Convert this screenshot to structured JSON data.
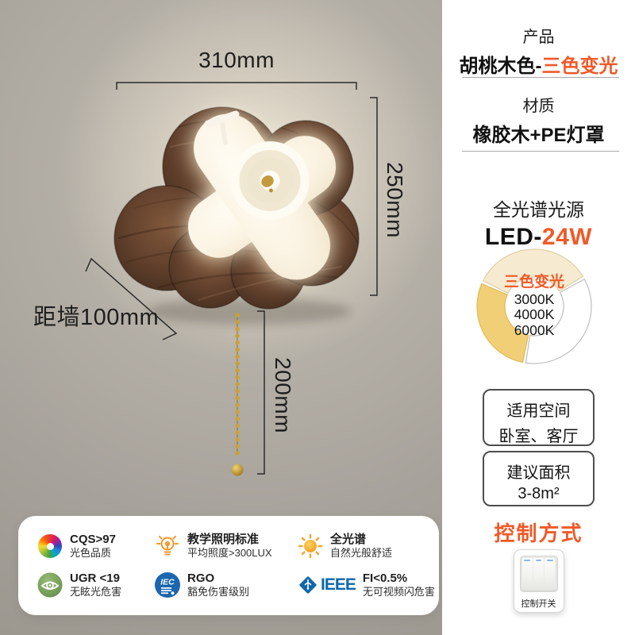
{
  "page": {
    "accent": "#f05a28",
    "wall_color": "#a8a39c",
    "wood_color": "#5c3d2a"
  },
  "dimensions": {
    "width_label": "310mm",
    "height_label": "250mm",
    "chain_label": "200mm",
    "wall_label": "距墙100mm"
  },
  "panel": {
    "product": {
      "title": "产品",
      "value_prefix": "胡桃木色-",
      "value_highlight": "三色变光"
    },
    "material": {
      "title": "材质",
      "value": "橡胶木+PE灯罩"
    },
    "light": {
      "label": "全光谱光源",
      "led_prefix": "LED-",
      "led_value": "24W"
    },
    "space_box": {
      "title": "适用空间",
      "value": "卧室、客厅"
    },
    "area_box": {
      "title": "建议面积",
      "value": "3-8m²"
    },
    "control": {
      "title": "控制方式",
      "switch_label": "控制开关"
    }
  },
  "chart_data": {
    "type": "pie",
    "subtype": "donut",
    "center_title": "三色变光",
    "center_labels": [
      "3000K",
      "4000K",
      "6000K"
    ],
    "start_angle_deg": -65,
    "segments": [
      {
        "name": "cream-top",
        "sweep_deg": 125,
        "color": "#f6ebd0",
        "stroke": "#ddcda5"
      },
      {
        "name": "white-right",
        "sweep_deg": 130,
        "color": "#ffffff",
        "stroke": "#bdbdbd"
      },
      {
        "name": "gold-left",
        "sweep_deg": 105,
        "color": "#f1cf77",
        "stroke": "#e2ba52"
      }
    ],
    "legend_position": "center"
  },
  "badges": {
    "cqs": {
      "line1": "CQS>97",
      "line2": "光色品质"
    },
    "teaching": {
      "line1": "教学照明标准",
      "line2": "平均照度>300LUX"
    },
    "spectrum": {
      "line1": "全光谱",
      "line2": "自然光般舒适"
    },
    "ugr": {
      "line1": "UGR <19",
      "line2": "无眩光危害"
    },
    "rgo": {
      "line1": "RGO",
      "line2": "豁免伤害级别"
    },
    "flicker": {
      "line1": "FI<0.5%",
      "line2": "无可视频闪危害"
    },
    "iec_logo": "IEC",
    "ieee_logo": "IEEE"
  }
}
